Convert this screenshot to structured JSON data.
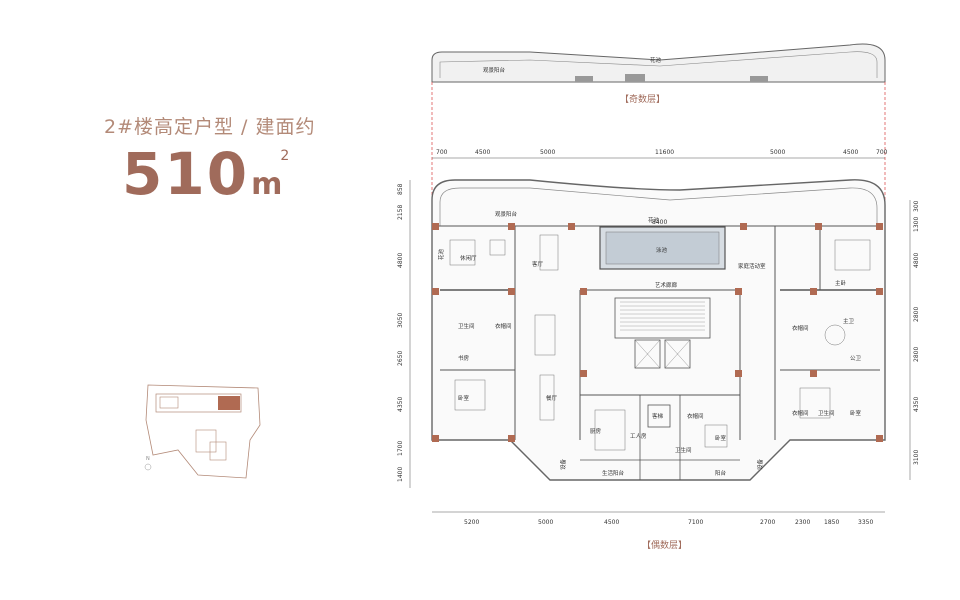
{
  "heading": {
    "title": "2#楼高定户型 / 建面约",
    "area_number": "510",
    "area_unit": "m",
    "area_sup": "2"
  },
  "captions": {
    "odd_floor": "【奇数层】",
    "even_floor": "【偶数层】"
  },
  "top_balcony": {
    "planter": "花池",
    "view_balcony": "观景阳台"
  },
  "dims_top": [
    "700",
    "4500",
    "5000",
    "11600",
    "5000",
    "4500",
    "700"
  ],
  "dims_bottom": [
    "5200",
    "5000",
    "4500",
    "7100",
    "2700",
    "2300",
    "1850",
    "3350"
  ],
  "dims_left": [
    "858",
    "2158",
    "4800",
    "3050",
    "2650",
    "4350",
    "1700",
    "1400"
  ],
  "dims_right": [
    "300",
    "1300",
    "4800",
    "2800",
    "2800",
    "4350",
    "3100"
  ],
  "rooms": {
    "planter": "花池",
    "view_balcony": "观景阳台",
    "pool": "泳池",
    "pool_dim": "8400",
    "lounge": "休闲厅",
    "living": "客厅",
    "family_activity": "家庭活动室",
    "art_gallery": "艺术廊廊",
    "master_bed": "主卧",
    "master_bath": "主卫",
    "closet": "衣帽间",
    "public_bath": "公卫",
    "bath_1": "卫生间",
    "bath_2": "卫生间",
    "study": "书房",
    "bedroom_1": "卧室",
    "bedroom_2": "卧室",
    "bedroom_3": "卧室",
    "dining": "餐厅",
    "kitchen": "厨房",
    "guest_elev": "客梯",
    "service_room": "工人房",
    "service_bath": "卫生间",
    "utility_balcony": "生活阳台",
    "balcony": "阳台",
    "equipment_1": "设备",
    "equipment_2": "设备",
    "closet_2": "衣帽间",
    "closet_3": "衣帽间",
    "closet_4": "衣帽间",
    "bay": "花池"
  },
  "keymap": {
    "north": "N"
  }
}
